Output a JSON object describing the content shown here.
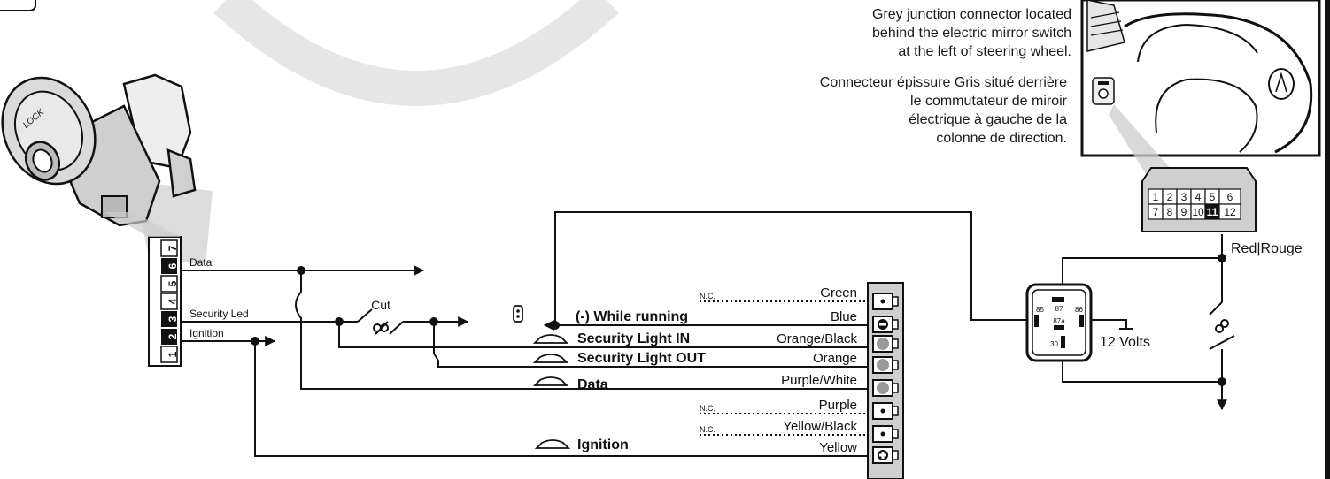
{
  "notes": {
    "english": [
      "Grey junction connector located",
      "behind the electric mirror switch",
      "at the left of steering wheel."
    ],
    "french": [
      "Connecteur épissure Gris situé derrière",
      "le commutateur de miroir",
      "électrique à gauche de la",
      "colonne de direction."
    ]
  },
  "ignition_switch": {
    "pins": [
      "7",
      "6",
      "5",
      "4",
      "3",
      "2",
      "1"
    ],
    "wires": {
      "data": "Data",
      "security_led": "Security Led",
      "ignition": "Ignition"
    },
    "lock_text": "LOCK"
  },
  "cut_label": "Cut",
  "module": {
    "nc_label": "N.C.",
    "functions": {
      "while_running": "(-) While running",
      "security_light_in": "Security Light IN",
      "security_light_out": "Security Light OUT",
      "data": "Data",
      "ignition": "Ignition"
    },
    "colors": [
      "Green",
      "Blue",
      "Orange/Black",
      "Orange",
      "Purple/White",
      "Purple",
      "Yellow/Black",
      "Yellow"
    ]
  },
  "relay": {
    "pins": [
      "85",
      "87",
      "86",
      "87a",
      "30"
    ],
    "supply": "12 Volts"
  },
  "junction": {
    "top_row": [
      "1",
      "2",
      "3",
      "4",
      "5",
      "6"
    ],
    "bottom_row": [
      "7",
      "8",
      "9",
      "10",
      "11",
      "12"
    ],
    "highlighted": "11",
    "wire": "Red|Rouge"
  }
}
